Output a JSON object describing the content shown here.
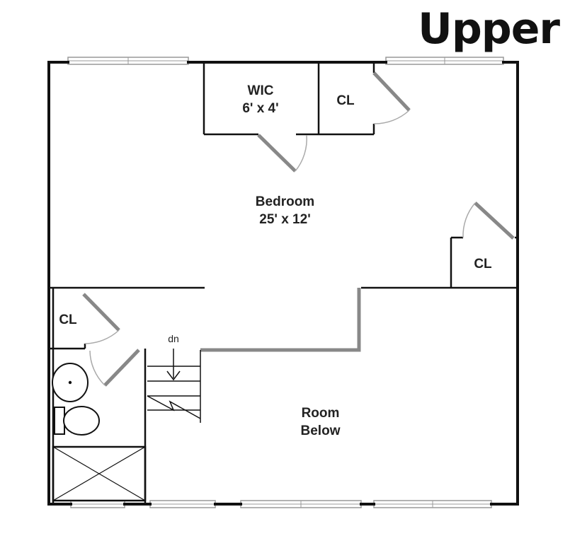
{
  "floor_title": "Upper",
  "rooms": {
    "wic": {
      "name": "WIC",
      "size": "6' x 4'"
    },
    "closet_top": {
      "name": "CL"
    },
    "bedroom": {
      "name": "Bedroom",
      "size": "25' x 12'"
    },
    "closet_right": {
      "name": "CL"
    },
    "closet_left": {
      "name": "CL"
    },
    "room_below": {
      "name": "Room",
      "size": "Below"
    }
  },
  "stairs": {
    "label": "dn"
  },
  "colors": {
    "wall": "#111111",
    "partition": "#888888",
    "door_arc": "#aaaaaa",
    "window": "#999999"
  }
}
